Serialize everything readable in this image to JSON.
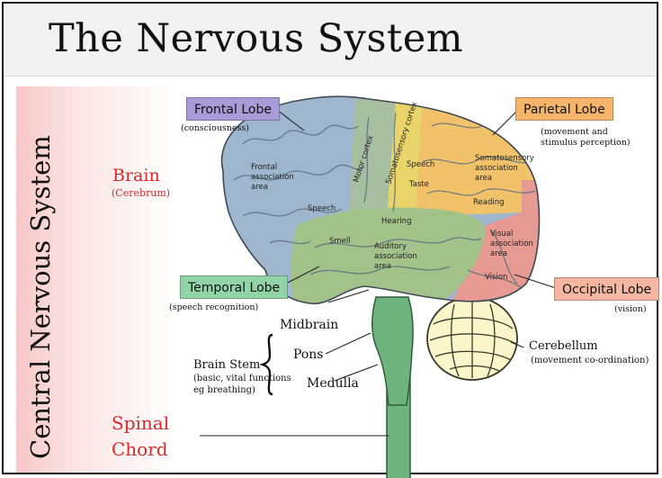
{
  "title": "The Nervous System",
  "cns_label": "Central Nervous System",
  "brain": {
    "label": "Brain",
    "sub": "(Cerebrum)"
  },
  "spinal": {
    "line1": "Spinal",
    "line2": "Chord"
  },
  "lobes": {
    "frontal": {
      "label": "Frontal Lobe",
      "desc": "(consciousness)",
      "color": "#a99bd8"
    },
    "parietal": {
      "label": "Parietal Lobe",
      "desc1": "(movement and",
      "desc2": "stimulus perception)",
      "color": "#f6b56a"
    },
    "temporal": {
      "label": "Temporal Lobe",
      "desc": "(speech recognition)",
      "color": "#93d3a8"
    },
    "occipital": {
      "label": "Occipital Lobe",
      "desc": "(vision)",
      "color": "#f5b7a2"
    }
  },
  "brain_regions": {
    "frontal_assoc": [
      "Frontal",
      "association",
      "area"
    ],
    "speech_front": "Speech",
    "motor_cortex": "Motor cortex",
    "somatosensory_cortex": "Somatosensory cortex",
    "speech_top": "Speech",
    "taste": "Taste",
    "somato_assoc": [
      "Somatosensory",
      "association",
      "area"
    ],
    "reading": "Reading",
    "hearing": "Hearing",
    "smell": "Smell",
    "auditory_assoc": [
      "Auditory",
      "association",
      "area"
    ],
    "visual_assoc": [
      "Visual",
      "association",
      "area"
    ],
    "vision": "Vision"
  },
  "brainstem": {
    "midbrain": "Midbrain",
    "pons": "Pons",
    "medulla": "Medulla",
    "label": "Brain Stem",
    "desc1": "(basic, vital functions",
    "desc2": "eg breathing)"
  },
  "cerebellum": {
    "label": "Cerebellum",
    "desc": "(movement co-ordination)"
  }
}
